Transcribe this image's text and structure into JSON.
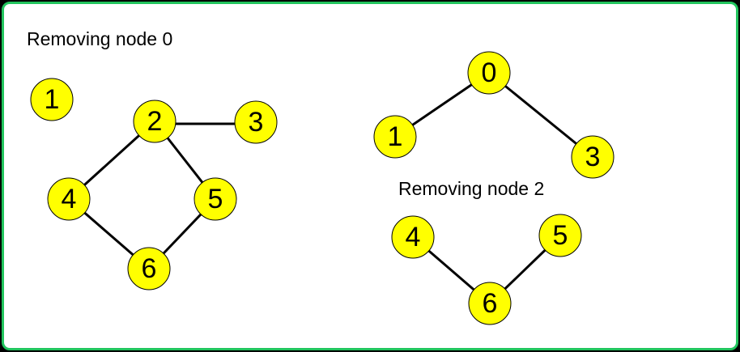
{
  "colors": {
    "background": "#000000",
    "panel": "#ffffff",
    "border": "#22c55e",
    "node_fill": "#ffff00",
    "node_stroke": "#000000",
    "edge": "#000000"
  },
  "left_graph": {
    "caption": "Removing node 0",
    "nodes": [
      {
        "id": "1",
        "label": "1"
      },
      {
        "id": "2",
        "label": "2"
      },
      {
        "id": "3",
        "label": "3"
      },
      {
        "id": "4",
        "label": "4"
      },
      {
        "id": "5",
        "label": "5"
      },
      {
        "id": "6",
        "label": "6"
      }
    ],
    "edges": [
      {
        "from": "2",
        "to": "3"
      },
      {
        "from": "2",
        "to": "4"
      },
      {
        "from": "2",
        "to": "5"
      },
      {
        "from": "4",
        "to": "6"
      },
      {
        "from": "5",
        "to": "6"
      }
    ]
  },
  "right_graph": {
    "caption": "Removing node 2",
    "nodes": [
      {
        "id": "0",
        "label": "0"
      },
      {
        "id": "1",
        "label": "1"
      },
      {
        "id": "3",
        "label": "3"
      },
      {
        "id": "4",
        "label": "4"
      },
      {
        "id": "5",
        "label": "5"
      },
      {
        "id": "6",
        "label": "6"
      }
    ],
    "edges": [
      {
        "from": "0",
        "to": "1"
      },
      {
        "from": "0",
        "to": "3"
      },
      {
        "from": "4",
        "to": "6"
      },
      {
        "from": "5",
        "to": "6"
      }
    ]
  }
}
